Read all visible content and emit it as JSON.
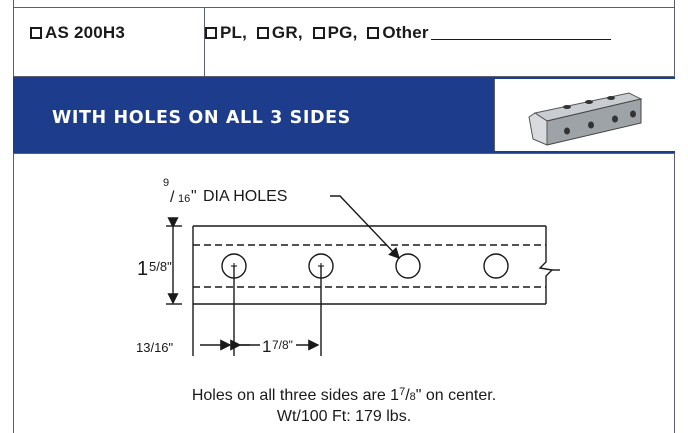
{
  "options": {
    "model": "AS 200H3",
    "finishes_label": "PL,  ❏ GR,  ❏ PG,  ❏ Other"
  },
  "finishes": [
    "PL",
    "GR",
    "PG",
    "Other"
  ],
  "band": {
    "title": "WITH HOLES ON ALL 3 SIDES"
  },
  "drawing": {
    "hole_label": "DIA HOLES",
    "hole_label_frac_num": "9",
    "hole_label_frac_den": "16",
    "height_whole": "1",
    "height_frac": "5/8\"",
    "edge_offset": "13/16\"",
    "spacing_whole": "1",
    "spacing_frac": "7/8\""
  },
  "caption": {
    "line1_pre": "Holes on all three sides are 1",
    "line1_num": "7",
    "line1_den": "8",
    "line1_post": "\" on center.",
    "line2": "Wt/100 Ft: 179 lbs."
  },
  "colors": {
    "band": "#1d3c8c",
    "border": "#5a5f6b"
  }
}
